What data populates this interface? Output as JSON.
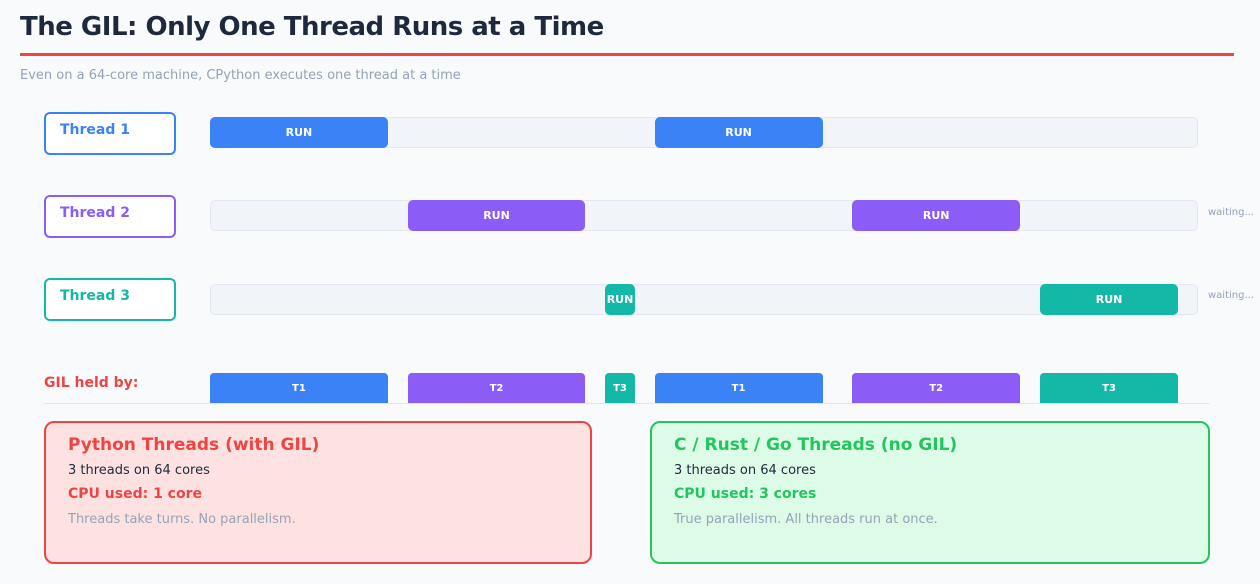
{
  "header": {
    "title": "The GIL: Only One Thread Runs at a Time",
    "subtitle": "Even on a 64-core machine, CPython executes one thread at a time"
  },
  "colors": {
    "thread1": "#3b82f6",
    "thread2": "#8b5cf6",
    "thread3": "#14b8a6",
    "accent_red": "#ef4444",
    "accent_green": "#22c55e"
  },
  "timeline": {
    "threads": [
      {
        "label": "Thread 1",
        "runs": [
          {
            "start": 0,
            "end": 0.18,
            "label": "RUN"
          },
          {
            "start": 0.45,
            "end": 0.62,
            "label": "RUN"
          }
        ],
        "status": ""
      },
      {
        "label": "Thread 2",
        "runs": [
          {
            "start": 0.2,
            "end": 0.38,
            "label": "RUN"
          },
          {
            "start": 0.65,
            "end": 0.82,
            "label": "RUN"
          }
        ],
        "status": "waiting..."
      },
      {
        "label": "Thread 3",
        "runs": [
          {
            "start": 0.4,
            "end": 0.43,
            "label": "RUN"
          },
          {
            "start": 0.84,
            "end": 0.98,
            "label": "RUN"
          }
        ],
        "status": "waiting..."
      }
    ],
    "gil": {
      "label": "GIL held by:",
      "blocks": [
        {
          "thread": 1,
          "start": 0,
          "end": 0.18,
          "label": "T1"
        },
        {
          "thread": 2,
          "start": 0.2,
          "end": 0.38,
          "label": "T2"
        },
        {
          "thread": 3,
          "start": 0.4,
          "end": 0.43,
          "label": "T3"
        },
        {
          "thread": 1,
          "start": 0.45,
          "end": 0.62,
          "label": "T1"
        },
        {
          "thread": 2,
          "start": 0.65,
          "end": 0.82,
          "label": "T2"
        },
        {
          "thread": 3,
          "start": 0.84,
          "end": 0.98,
          "label": "T3"
        }
      ]
    }
  },
  "cards": {
    "python": {
      "title": "Python Threads (with GIL)",
      "subtitle": "3 threads on 64 cores",
      "cpu": "CPU used: 1 core",
      "note": "Threads take turns. No parallelism."
    },
    "native": {
      "title": "C / Rust / Go Threads (no GIL)",
      "subtitle": "3 threads on 64 cores",
      "cpu": "CPU used: 3 cores",
      "note": "True parallelism. All threads run at once."
    }
  }
}
